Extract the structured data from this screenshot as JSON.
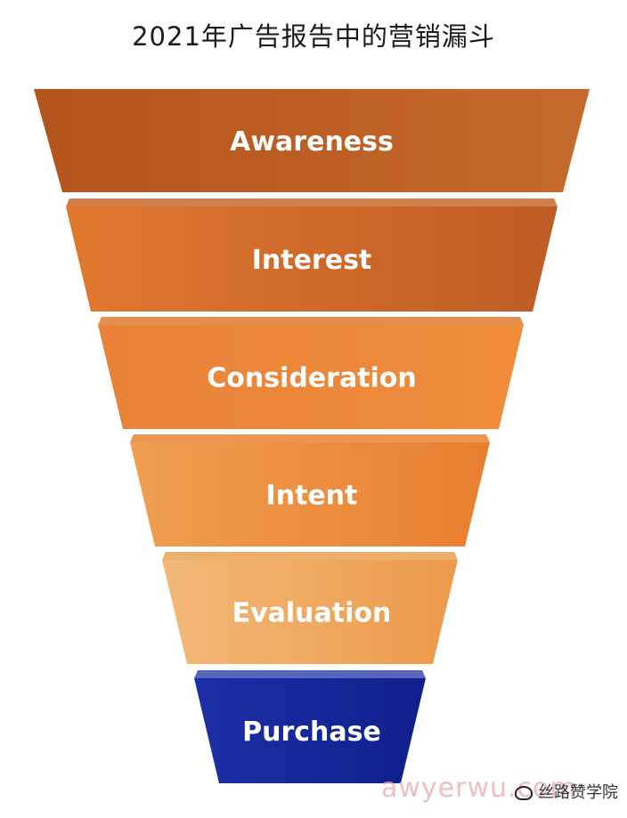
{
  "title": "2021年广告报告中的营销漏斗",
  "stages": [
    {
      "label": "Awareness",
      "color_left": "#b3541d",
      "color_right": "#c66a2c",
      "side_color": "#b05a28"
    },
    {
      "label": "Interest",
      "color_left": "#e0782f",
      "color_right": "#bf5c24",
      "side_color": "#c7672d"
    },
    {
      "label": "Consideration",
      "color_left": "#e88238",
      "color_right": "#f08d3c",
      "side_color": "#e07a34"
    },
    {
      "label": "Intent",
      "color_left": "#f09e50",
      "color_right": "#e97f30",
      "side_color": "#e88536"
    },
    {
      "label": "Evaluation",
      "color_left": "#f2b879",
      "color_right": "#ec9a49",
      "side_color": "#e9a254"
    },
    {
      "label": "Purchase",
      "color_left": "#1c2fa6",
      "color_right": "#0f1f8c",
      "side_color": "#3b4bb5"
    }
  ],
  "watermark": {
    "latin": "awyerwu.com",
    "logo": "丝路赞学院",
    "logo_icon": "tongue-logo-icon"
  }
}
